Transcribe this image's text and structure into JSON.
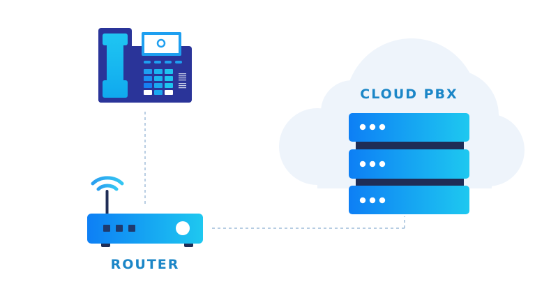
{
  "diagram": {
    "title": "Cloud PBX network diagram",
    "nodes": [
      {
        "id": "desk-phone",
        "label": ""
      },
      {
        "id": "router",
        "label": "ROUTER"
      },
      {
        "id": "cloud-pbx",
        "label": "CLOUD PBX"
      }
    ],
    "connections": [
      {
        "from": "desk-phone",
        "to": "router",
        "style": "dashed"
      },
      {
        "from": "router",
        "to": "cloud-pbx",
        "style": "dashed"
      }
    ],
    "server_units": 3,
    "router_ports": 3
  },
  "labels": {
    "router": "ROUTER",
    "cloud": "CLOUD PBX"
  },
  "colors": {
    "label_blue": "#1b86c7",
    "navy": "#2a3499",
    "dark_navy": "#1f2d56",
    "cyan": "#1ec8f0",
    "blue": "#0d7ff5",
    "cloud": "#eef4fb",
    "line": "#8aaed0"
  }
}
